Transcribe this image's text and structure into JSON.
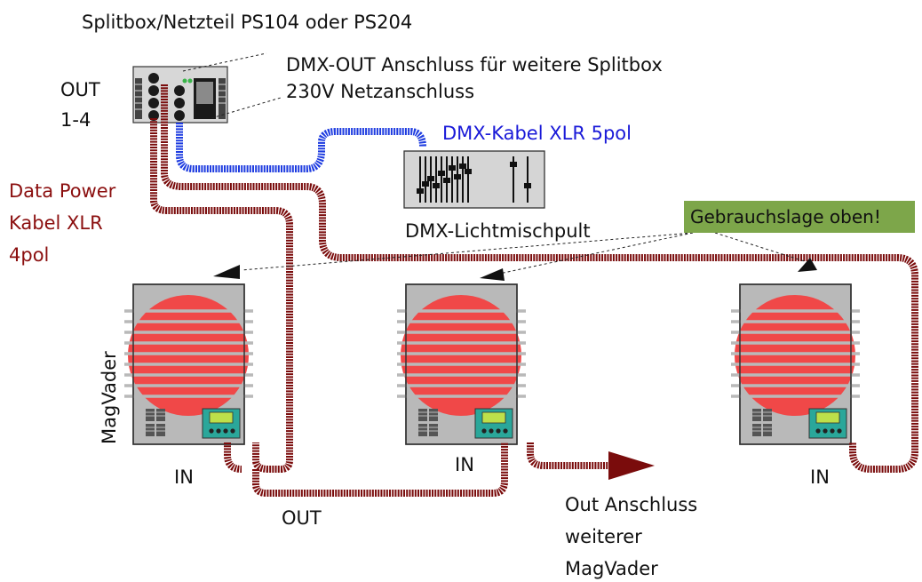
{
  "labels": {
    "splitbox_title": "Splitbox/Netzteil PS104 oder PS204",
    "out_label_line1": "OUT",
    "out_label_line2": "1-4",
    "dmx_out_line1": "DMX-OUT Anschluss für weitere Splitbox",
    "dmx_out_line2": "230V Netzanschluss",
    "dmx_cable": "DMX-Kabel XLR 5pol",
    "data_power_line1": "Data Power",
    "data_power_line2": "Kabel XLR",
    "data_power_line3": "4pol",
    "mixer": "DMX-Lichtmischpult",
    "orientation_note": "Gebrauchslage oben!",
    "device_name": "MagVader",
    "in_1": "IN",
    "in_2": "IN",
    "in_3": "IN",
    "out_bottom": "OUT",
    "out_more_line1": "Out Anschluss",
    "out_more_line2": "weiterer",
    "out_more_line3": "MagVader"
  },
  "colors": {
    "power_cable": "#7a0c0c",
    "dmx_cable": "#1f3de0",
    "device_body": "#b9b9b9",
    "speaker": "#f04848",
    "display": "#2aa79a",
    "note_background": "#7da64a"
  }
}
